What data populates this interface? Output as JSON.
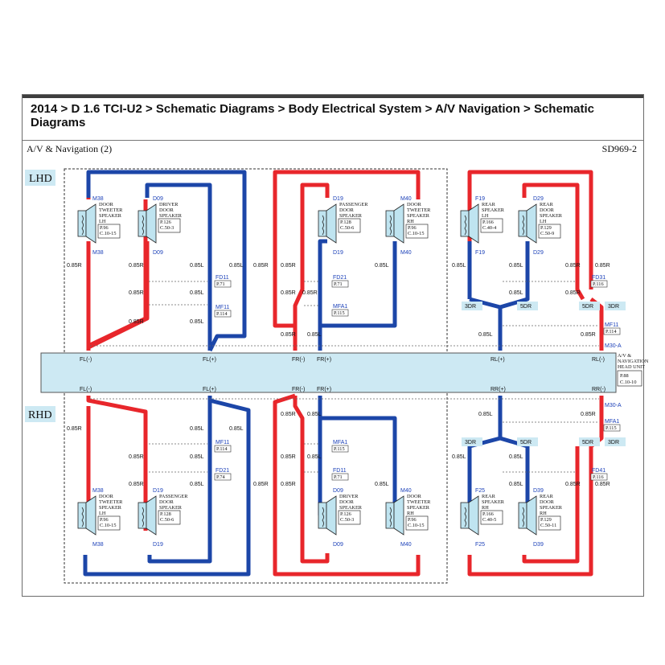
{
  "breadcrumb": "2014 > D 1.6 TCI-U2 > Schematic Diagrams > Body Electrical System > A/V Navigation > Schematic Diagrams",
  "section_title": "A/V & Navigation (2)",
  "section_code": "SD969-2",
  "regions": {
    "lhd": "LHD",
    "rhd": "RHD"
  },
  "head_unit": {
    "lines": [
      "A/V &",
      "NAVIGATION",
      "HEAD UNIT"
    ],
    "ref": [
      "P.88",
      "C.10-10"
    ]
  },
  "head_unit_pins_top": {
    "fl_minus": "FL(-)",
    "fl_plus": "FL(+)",
    "fr_minus": "FR(-)",
    "fr_plus": "FR(+)",
    "rl_plus": "RL(+)",
    "rl_minus": "RL(-)",
    "connector": "M30-A"
  },
  "head_unit_pins_bottom": {
    "fl_minus": "FL(-)",
    "fl_plus": "FL(+)",
    "fr_minus": "FR(-)",
    "fr_plus": "FR(+)",
    "rr_plus": "RR(+)",
    "rr_minus": "RR(-)",
    "connector": "M30-A"
  },
  "wire": {
    "red": "0.85R",
    "blue": "0.85L"
  },
  "splices": [
    "3DR",
    "5DR"
  ],
  "top_devices": [
    {
      "name": [
        "DOOR",
        "TWEETER",
        "SPEAKER",
        "LH"
      ],
      "ref": [
        "P.96",
        "C.10-15"
      ],
      "conn": "M38"
    },
    {
      "name": [
        "DRIVER",
        "DOOR",
        "SPEAKER"
      ],
      "ref": [
        "P.126",
        "C.50-3"
      ],
      "conn": "D09"
    },
    {
      "name": [
        "PASSENGER",
        "DOOR",
        "SPEAKER"
      ],
      "ref": [
        "P.128",
        "C.50-6"
      ],
      "conn": "D19"
    },
    {
      "name": [
        "DOOR",
        "TWEETER",
        "SPEAKER",
        "RH"
      ],
      "ref": [
        "P.96",
        "C.10-15"
      ],
      "conn": "M40"
    },
    {
      "name": [
        "REAR",
        "SPEAKER",
        "LH"
      ],
      "ref": [
        "P.166",
        "C.40-4"
      ],
      "conn": "F19"
    },
    {
      "name": [
        "REAR",
        "DOOR",
        "SPEAKER",
        "LH"
      ],
      "ref": [
        "P.129",
        "C.50-9"
      ],
      "conn": "D29"
    }
  ],
  "bottom_devices": [
    {
      "name": [
        "DOOR",
        "TWEETER",
        "SPEAKER",
        "LH"
      ],
      "ref": [
        "P.96",
        "C.10-15"
      ],
      "conn": "M38"
    },
    {
      "name": [
        "PASSENGER",
        "DOOR",
        "SPEAKER"
      ],
      "ref": [
        "P.128",
        "C.50-6"
      ],
      "conn": "D19"
    },
    {
      "name": [
        "DRIVER",
        "DOOR",
        "SPEAKER"
      ],
      "ref": [
        "P.126",
        "C.50-3"
      ],
      "conn": "D09"
    },
    {
      "name": [
        "DOOR",
        "TWEETER",
        "SPEAKER",
        "RH"
      ],
      "ref": [
        "P.96",
        "C.10-15"
      ],
      "conn": "M40"
    },
    {
      "name": [
        "REAR",
        "SPEAKER",
        "RH"
      ],
      "ref": [
        "P.166",
        "C.40-5"
      ],
      "conn": "F25"
    },
    {
      "name": [
        "REAR",
        "DOOR",
        "SPEAKER",
        "RH"
      ],
      "ref": [
        "P.129",
        "C.50-11"
      ],
      "conn": "D39"
    }
  ],
  "connectors_top": [
    {
      "id": "FD11",
      "ref": "P.71"
    },
    {
      "id": "MF11",
      "ref": "P.114"
    },
    {
      "id": "FD21",
      "ref": "P.71"
    },
    {
      "id": "MFA1",
      "ref": "P.115"
    },
    {
      "id": "FD31",
      "ref": "P.116"
    },
    {
      "id": "MF11",
      "ref": "P.114"
    }
  ],
  "connectors_bottom": [
    {
      "id": "MF11",
      "ref": "P.114"
    },
    {
      "id": "FD21",
      "ref": "P.74"
    },
    {
      "id": "MFA1",
      "ref": "P.115"
    },
    {
      "id": "FD11",
      "ref": "P.71"
    },
    {
      "id": "MFA1",
      "ref": "P.115"
    },
    {
      "id": "FD41",
      "ref": "P.116"
    }
  ],
  "colors": {
    "red": "#e8262b",
    "blue": "#1c46a8",
    "unit_fill": "#cde9f3",
    "link_blue": "#1a3fb8"
  }
}
